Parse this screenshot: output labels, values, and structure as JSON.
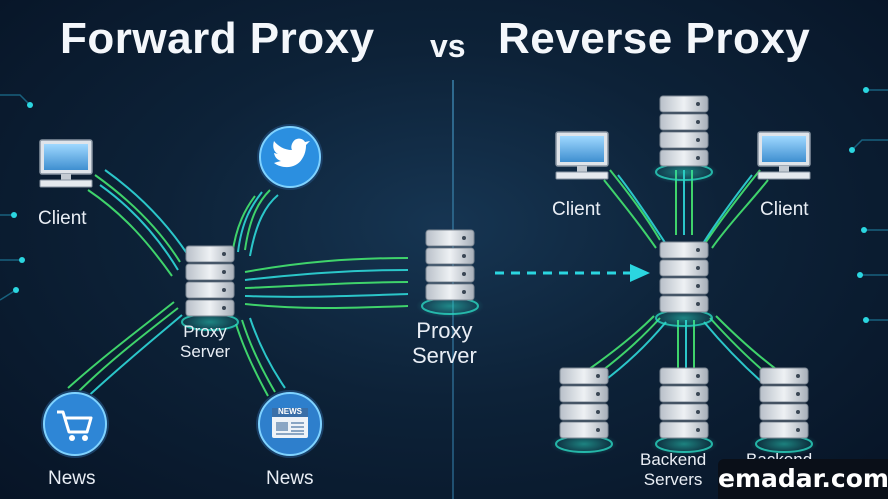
{
  "title": {
    "left": "Forward Proxy",
    "vs": "vs",
    "right": "Reverse Proxy"
  },
  "forward": {
    "client_label": "Client",
    "proxy_label_line1": "Proxy",
    "proxy_label_line2": "Server",
    "news_left_label": "News",
    "news_right_label": "News",
    "news_badge_text": "NEWS"
  },
  "center": {
    "proxy_label_line1": "Proxy",
    "proxy_label_line2": "Server"
  },
  "reverse": {
    "client_left_label": "Client",
    "client_right_label": "Client",
    "backend_left_label": "",
    "backend_center_line1": "Backend",
    "backend_center_line2": "Servers",
    "backend_right_line1": "Backend",
    "backend_right_line2": ""
  },
  "watermark": "emadar.com",
  "icons": [
    "monitor-icon",
    "server-icon",
    "twitter-icon",
    "shopping-cart-icon",
    "newspaper-icon",
    "arrow-icon"
  ],
  "colors": {
    "background": "#0d2238",
    "flow_green": "#3fd36b",
    "flow_cyan": "#2bc6c9",
    "server_body": "#d9dde3",
    "twitter_blue": "#2b8fe0"
  }
}
